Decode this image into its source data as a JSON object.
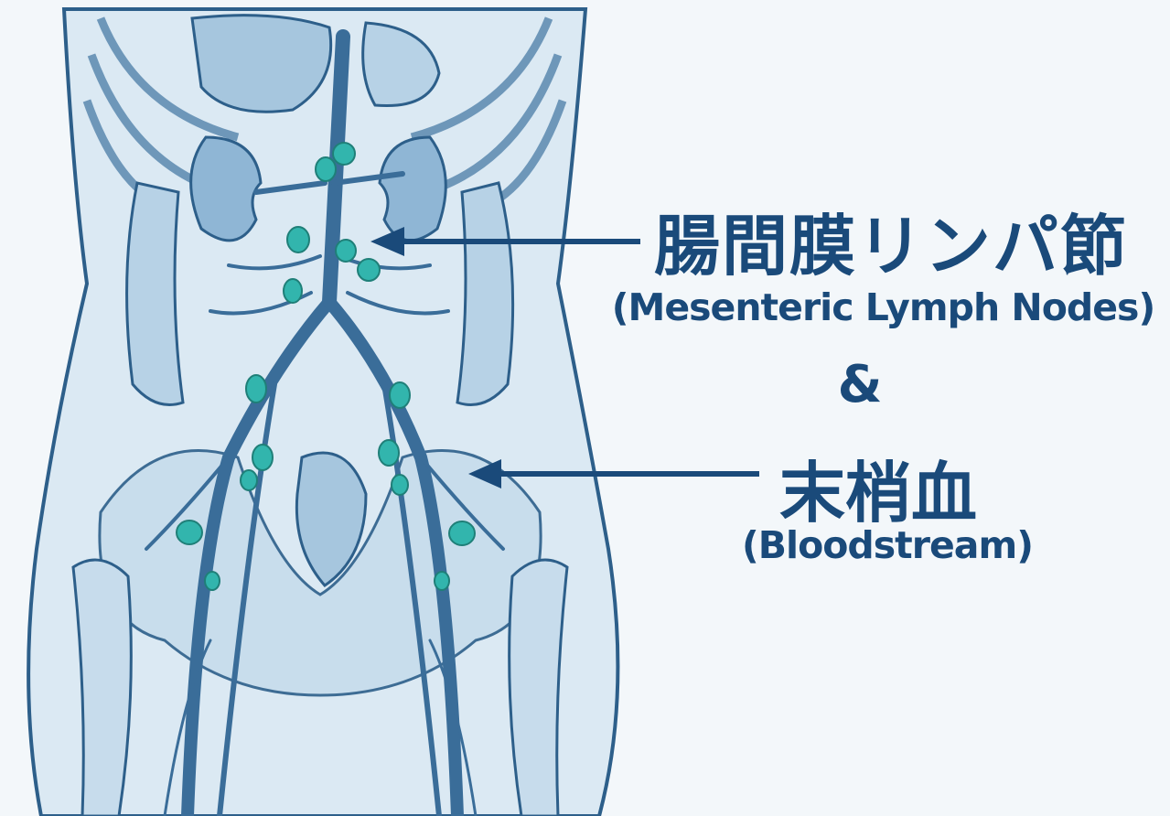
{
  "labels": {
    "mesenteric_ja": "腸間膜リンパ節",
    "mesenteric_en": "(Mesenteric Lymph Nodes)",
    "ampersand": "&",
    "bloodstream_ja": "末梢血",
    "bloodstream_en": "(Bloodstream)"
  },
  "colors": {
    "background": "#f3f7fa",
    "body_fill": "#dbe9f3",
    "outline": "#2d5f8a",
    "organ_fill": "#a6c6de",
    "vessel": "#3a6d99",
    "lymph_node": "#32b5ad",
    "label_text": "#1a4a7a"
  }
}
